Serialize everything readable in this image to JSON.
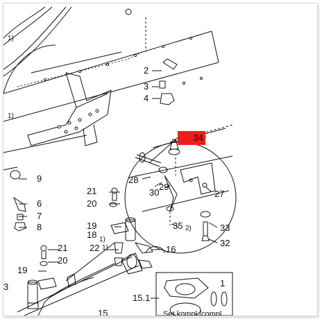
{
  "diagram": {
    "labels": {
      "p1_top": "1)",
      "p2": "2",
      "p3": "3",
      "p4": "4",
      "p1_left": "1)",
      "p9": "9",
      "p6": "6",
      "p7": "7",
      "p8": "8",
      "p21_a": "21",
      "p20_a": "20",
      "p19_a": "19",
      "p18": "18",
      "p18_note": "1)",
      "p22": "22",
      "p22_note": "1)",
      "p16": "16",
      "p21_b": "21",
      "p20_b": "20",
      "p19_b": "19",
      "p3_edge": "3",
      "p15": "15",
      "p15_1": "15.1",
      "p1_set": "1",
      "p34": "34",
      "p28": "28",
      "p30": "30",
      "p29": "29",
      "p27": "27",
      "p35": "35",
      "p35_note": "2)",
      "p33": "33",
      "p32": "32"
    },
    "set_caption": "Set kompl./compl.",
    "highlight_color": "#ee1c1c",
    "line_color": "#111111"
  }
}
